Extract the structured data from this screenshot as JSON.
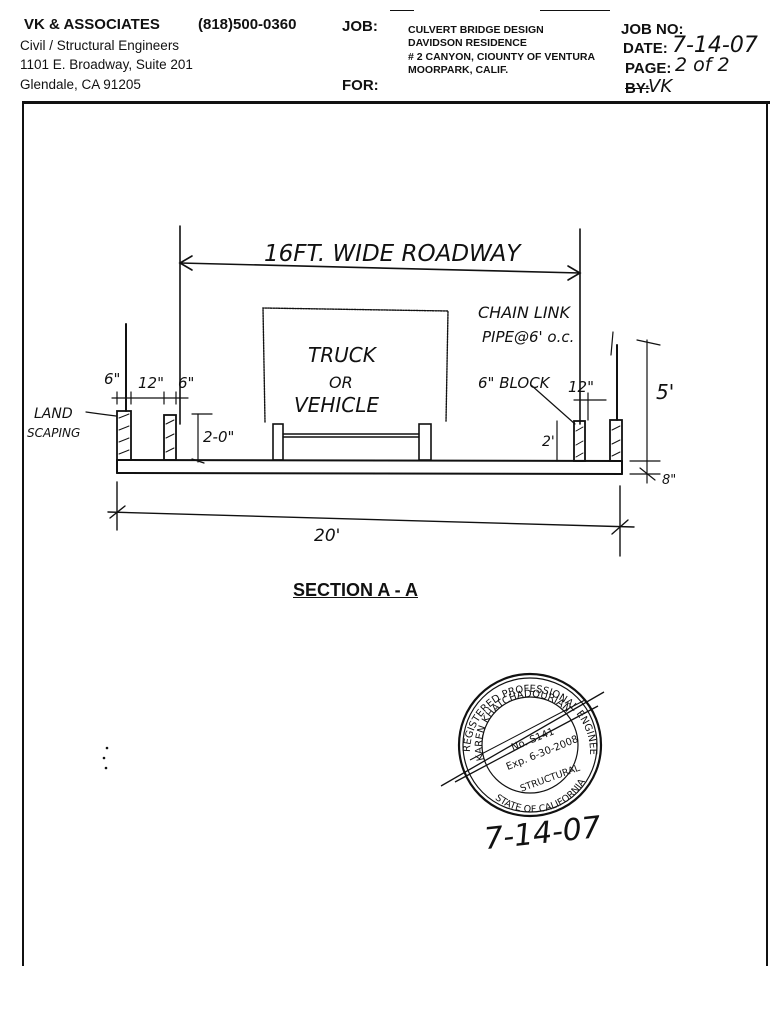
{
  "header": {
    "firm_name": "VK & ASSOCIATES",
    "phone": "(818)500-0360",
    "firm_subtitle": "Civil / Structural Engineers",
    "address_line1": "1101 E. Broadway, Suite 201",
    "address_line2": "Glendale, CA 91205",
    "job_label": "JOB:",
    "for_label": "FOR:",
    "job_lines": [
      "CULVERT BRIDGE DESIGN",
      "DAVIDSON RESIDENCE",
      "# 2 CANYON, CIOUNTY OF VENTURA",
      "MOORPARK, CALIF."
    ],
    "job_no_label": "JOB NO:",
    "date_label": "DATE:",
    "date_value": "7-14-07",
    "page_label": "PAGE:",
    "page_value": "2 of 2",
    "by_label": "BY:",
    "by_value": "VK"
  },
  "drawing": {
    "roadway_label": "16FT. WIDE ROADWAY",
    "vehicle_line1": "TRUCK",
    "vehicle_line2": "OR",
    "vehicle_line3": "VEHICLE",
    "chain_link_line1": "CHAIN LINK",
    "chain_link_line2": "PIPE@6' o.c.",
    "block_label": "6\" BLOCK",
    "landscaping_line1": "LAND",
    "landscaping_line2": "SCAPING",
    "dim_left_6": "6\"",
    "dim_left_12": "12\"",
    "dim_left_6b": "6\"",
    "dim_curb_height": "2-0\"",
    "dim_right_12": "12\"",
    "dim_right_2": "2'",
    "dim_fence_height": "5'",
    "dim_slab": "8\"",
    "dim_overall": "20'",
    "section_title": "SECTION A - A"
  },
  "seal": {
    "top_text": "REGISTERED PROFESSIONAL ENGINEER",
    "name_text": "KAREN KHATCHADOURIAN",
    "license": "No. S141",
    "expiry": "Exp. 6-30-2008",
    "discipline": "STRUCTURAL",
    "state_text": "STATE OF CALIFORNIA"
  },
  "signature_date": "7-14-07"
}
